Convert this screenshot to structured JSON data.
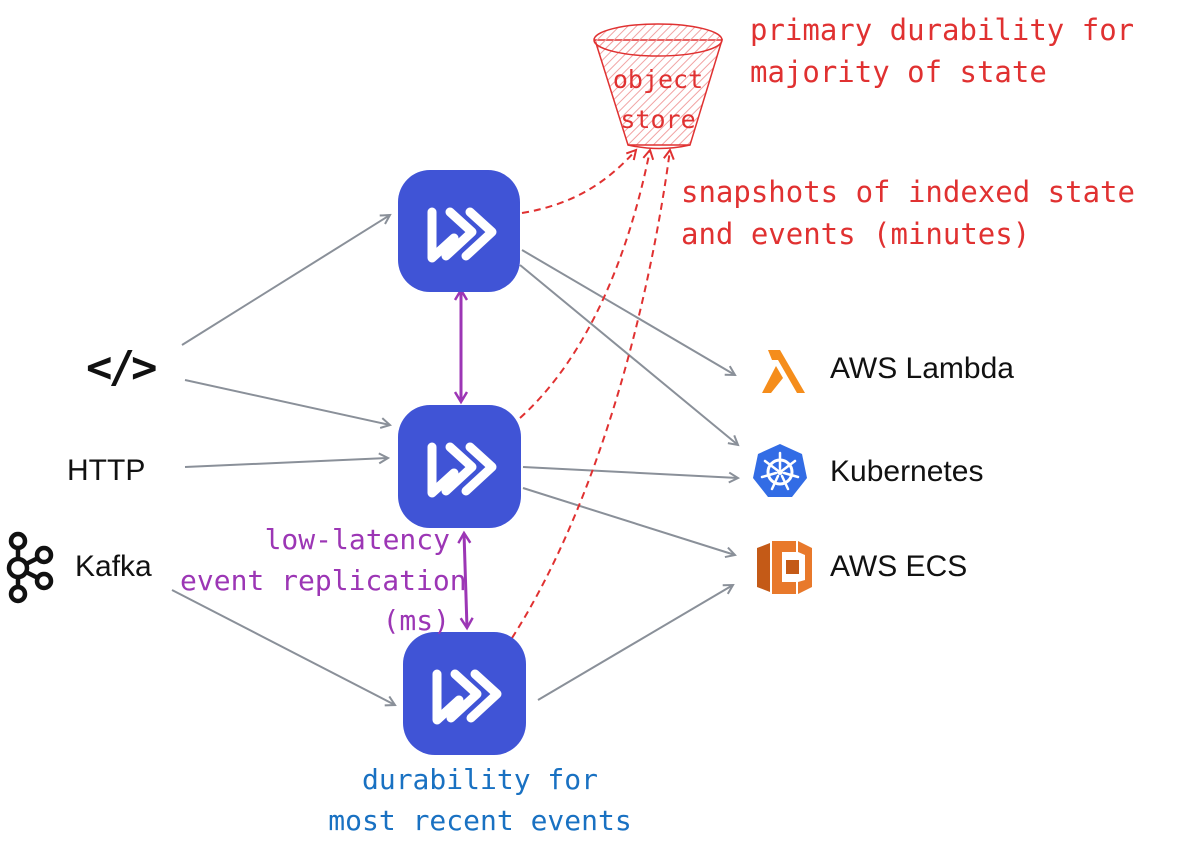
{
  "object_store": {
    "label_line1": "object",
    "label_line2": "store"
  },
  "notes": {
    "primary_line1": "primary durability for",
    "primary_line2": "majority of state",
    "snapshots_line1": "snapshots of indexed state",
    "snapshots_line2": "and events (minutes)",
    "replication_line1": "low-latency",
    "replication_line2": "event replication",
    "replication_line3": "(ms)",
    "recent_line1": "durability for",
    "recent_line2": "most recent events"
  },
  "sources": {
    "code_glyph": "</>",
    "http": "HTTP",
    "kafka": "Kafka"
  },
  "targets": {
    "lambda": "AWS Lambda",
    "kubernetes": "Kubernetes",
    "ecs": "AWS ECS"
  },
  "icons": {
    "node": "restate-fast-forward-icon",
    "code": "code-brackets-icon",
    "kafka": "kafka-icon",
    "lambda": "aws-lambda-icon",
    "kubernetes": "kubernetes-helm-icon",
    "ecs": "aws-ecs-icon",
    "bucket": "object-store-bucket-icon"
  },
  "colors": {
    "node_fill": "#4054d6",
    "edge_gray": "#8a9099",
    "dashed_red": "#e03131",
    "replication_purple": "#9c36b5",
    "recent_blue": "#1971c2",
    "lambda_orange": "#f58d1b",
    "k8s_blue": "#326ce5",
    "ecs_orange": "#e8792b"
  }
}
